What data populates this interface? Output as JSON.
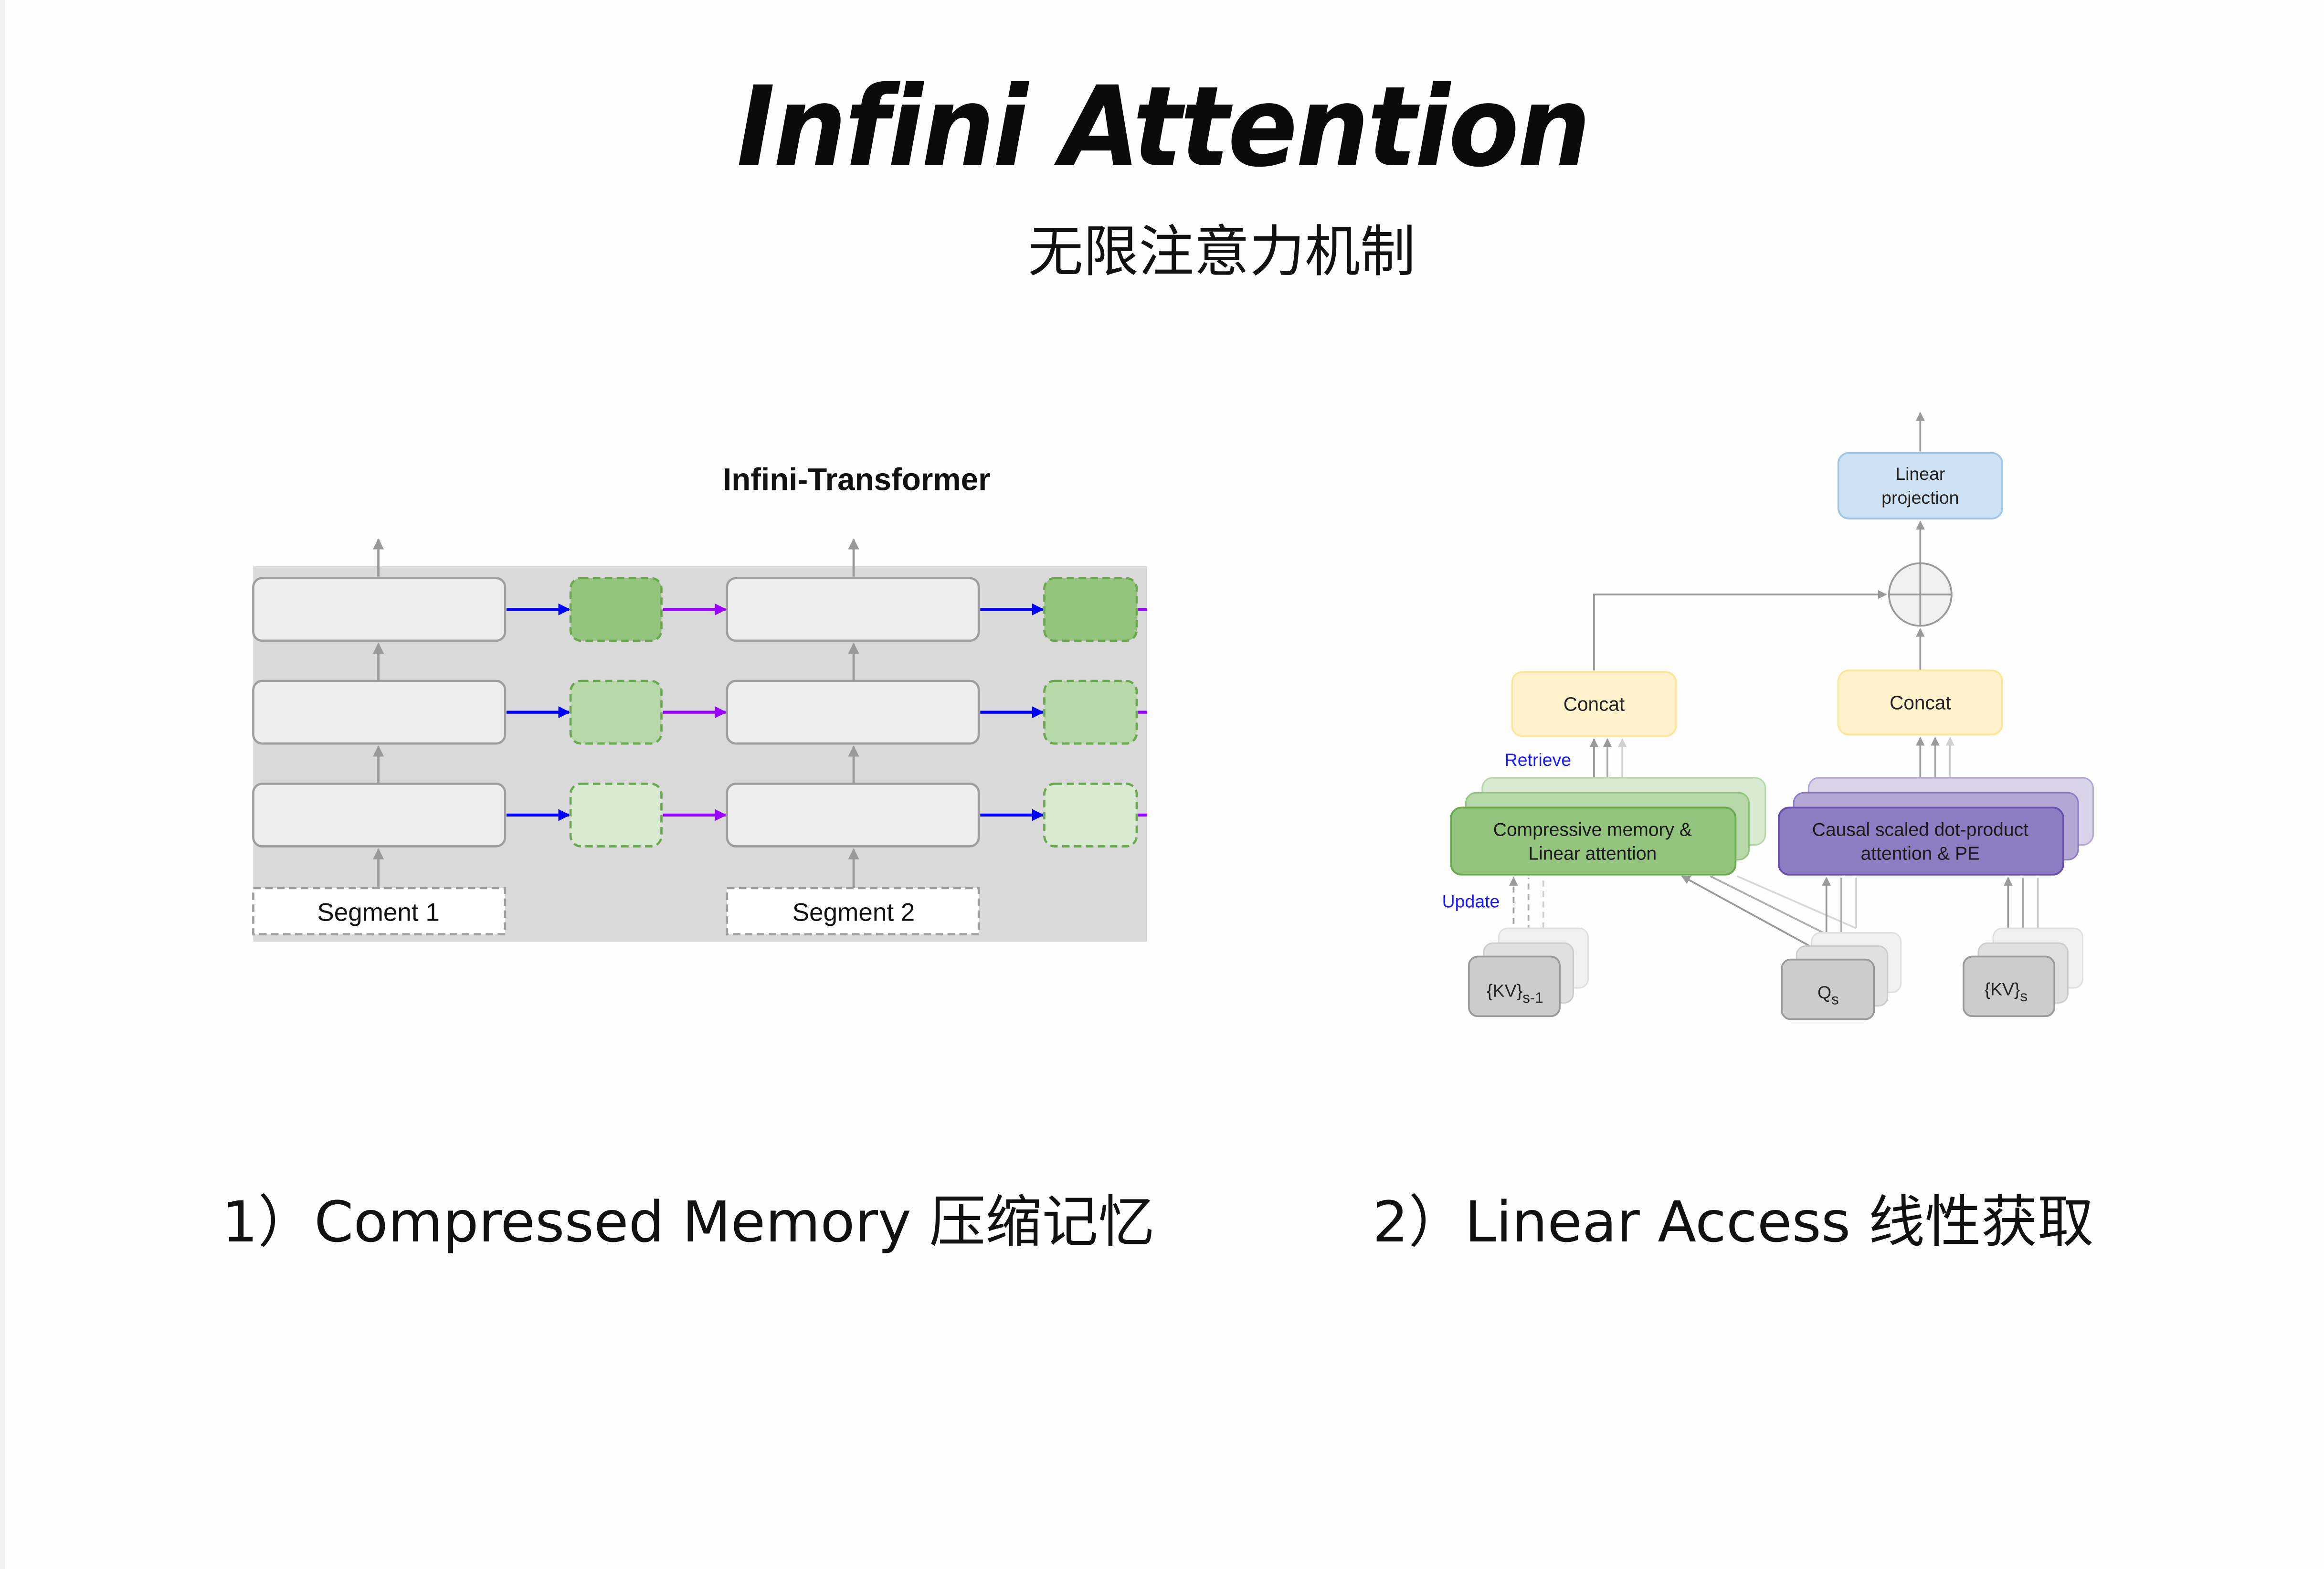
{
  "slide": {
    "title": "Infini Attention",
    "subtitle": "无限注意力机制"
  },
  "left_diagram": {
    "title": "Infini-Transformer",
    "segments": [
      "Segment 1",
      "Segment 2"
    ],
    "layers": 3,
    "colors": {
      "background": "#d9d9d9",
      "block_fill": "#eeeeee",
      "block_stroke": "#9e9e9e",
      "memory_fills": [
        "#93c47d",
        "#b6d7a8",
        "#d9ead3"
      ],
      "memory_stroke": "#6aa84f",
      "update_arrow": "#0000ff",
      "carry_arrow": "#9900ff",
      "flow_arrow": "#999999"
    }
  },
  "right_diagram": {
    "linear_projection": [
      "Linear",
      "projection"
    ],
    "concat_left": "Concat",
    "concat_right": "Concat",
    "retrieve_label": "Retrieve",
    "update_label": "Update",
    "memory_block": [
      "Compressive memory &",
      "Linear attention"
    ],
    "attention_block": [
      "Causal scaled dot-product",
      "attention & PE"
    ],
    "inputs": [
      {
        "main": "{KV}",
        "sub": "s-1"
      },
      {
        "main": "Q",
        "sub": "s"
      },
      {
        "main": "{KV}",
        "sub": "s"
      }
    ],
    "colors": {
      "linear_fill": "#cfe2f3",
      "linear_stroke": "#9fc5e8",
      "concat_fill": "#fff2cc",
      "concat_stroke": "#ffe599",
      "memory_fills": [
        "#93c47d",
        "#b6d7a8",
        "#d9ead3"
      ],
      "memory_stroke": "#6aa84f",
      "attention_fills": [
        "#8e7cc3",
        "#b4a7d6",
        "#d9d2e9"
      ],
      "attention_stroke": "#674ea7",
      "input_fills": [
        "#cccccc",
        "#e0e0e0",
        "#f1f1f1"
      ],
      "label_blue": "#1a1aff",
      "arrow": "#999999"
    }
  },
  "captions": [
    "1）Compressed Memory 压缩记忆",
    "2）Linear Access 线性获取"
  ]
}
